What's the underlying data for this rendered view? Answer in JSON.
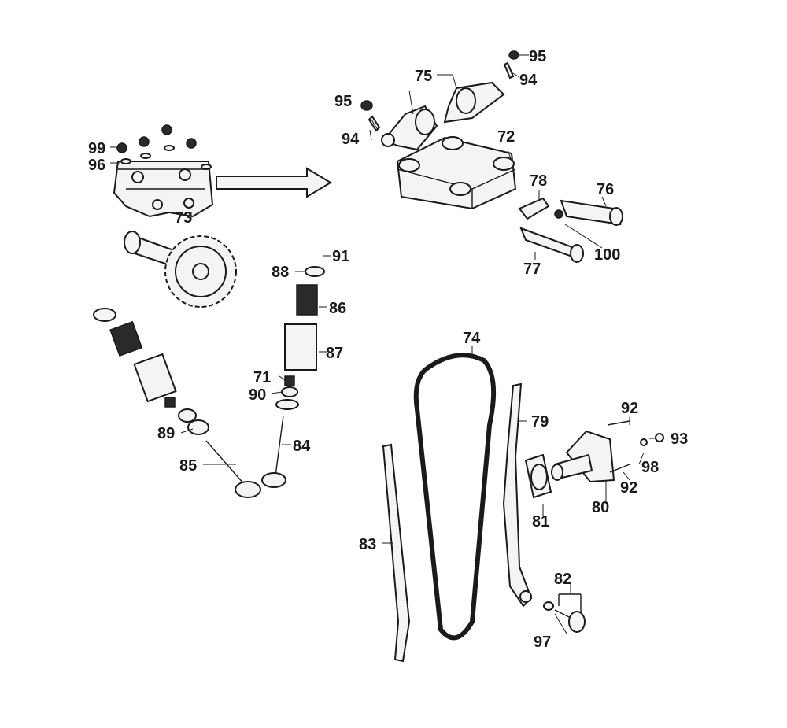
{
  "diagram": {
    "labels": {
      "l72": "72",
      "l73": "73",
      "l74": "74",
      "l75": "75",
      "l76": "76",
      "l77": "77",
      "l78": "78",
      "l79": "79",
      "l80": "80",
      "l81": "81",
      "l82": "82",
      "l83": "83",
      "l84": "84",
      "l85": "85",
      "l86": "86",
      "l87": "87",
      "l88": "88",
      "l89": "89",
      "l90": "90",
      "l91": "91",
      "l92a": "92",
      "l92b": "92",
      "l93": "93",
      "l94a": "94",
      "l94b": "94",
      "l95a": "95",
      "l95b": "95",
      "l96": "96",
      "l97": "97",
      "l98": "98",
      "l99": "99",
      "l100": "100",
      "l71": "71"
    }
  }
}
